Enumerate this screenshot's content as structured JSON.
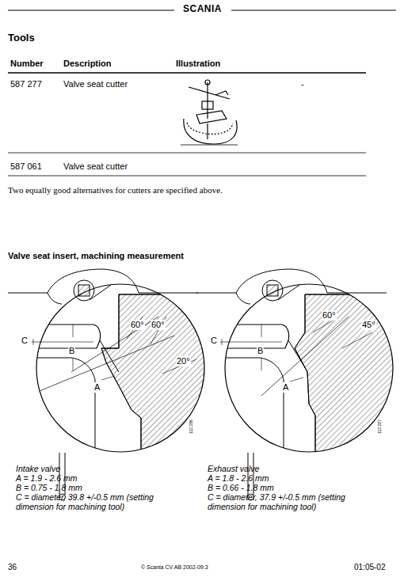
{
  "diagram": {
    "title": "Tools",
    "labels": [
      "SCANIA",
      "Number",
      "Description",
      "Illustration",
      "587 277",
      "Valve seat cutter",
      "-",
      "587 061",
      "Valve seat cutter",
      "Two equally good alternatives for cutters are specified above.",
      "Valve seat insert, machining measurement",
      "C",
      "B",
      "60°",
      "60°",
      "20°",
      "A",
      "112 286",
      "C",
      "B",
      "60°",
      "45°",
      "A",
      "112 287",
      "Intake valve",
      "A = 1.9 - 2.6 mm",
      "B = 0.75 - 1.8 mm",
      "C = diameter, 39.8 +/-0.5 mm (setting",
      "dimension for machining tool)",
      "Exhaust valve",
      "A = 1.8 - 2.6 mm",
      "B = 0.66 - 1.8 mm",
      "C = diameter, 37.9 +/-0.5 mm (setting",
      "dimension for machining tool)",
      "36",
      "© Scania CV AB 2002-09:3",
      "01:05-02"
    ]
  }
}
